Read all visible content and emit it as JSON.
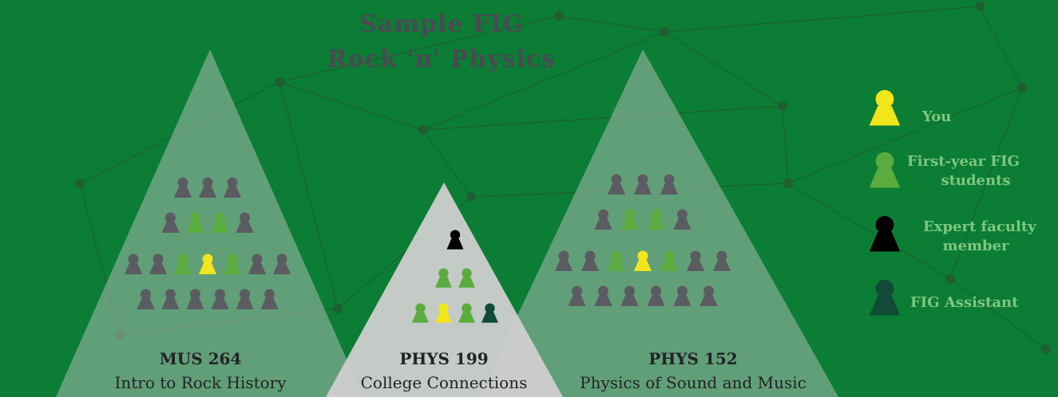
{
  "title": {
    "line1": "Sample FIG",
    "line2": "Rock 'n' Physics"
  },
  "colors": {
    "background": "#0b7d35",
    "network": "#1f5e33",
    "you": "#f2e51a",
    "first_year": "#5aac3f",
    "faculty": "#000000",
    "assistant": "#114a36",
    "other_student": "#5b5b62"
  },
  "courses": [
    {
      "code": "MUS 264",
      "name": "Intro to Rock History",
      "people": [
        [
          "other",
          "other",
          "other"
        ],
        [
          "other",
          "first_year",
          "first_year",
          "other"
        ],
        [
          "other",
          "other",
          "first_year",
          "you",
          "first_year",
          "other",
          "other"
        ],
        [
          "other",
          "other",
          "other",
          "other",
          "other",
          "other"
        ]
      ]
    },
    {
      "code": "PHYS 199",
      "name": "College Connections",
      "people": [
        [
          "faculty"
        ],
        [
          "first_year",
          "first_year"
        ],
        [
          "first_year",
          "you",
          "first_year",
          "assistant"
        ]
      ]
    },
    {
      "code": "PHYS 152",
      "name": "Physics of Sound and Music",
      "people": [
        [
          "other",
          "other",
          "other"
        ],
        [
          "other",
          "first_year",
          "first_year",
          "other"
        ],
        [
          "other",
          "other",
          "first_year",
          "you",
          "first_year",
          "other",
          "other"
        ],
        [
          "other",
          "other",
          "other",
          "other",
          "other",
          "other"
        ]
      ]
    }
  ],
  "legend": [
    {
      "label": "You",
      "color_key": "you",
      "icon": "person-icon"
    },
    {
      "label": "First-year FIG students",
      "color_key": "first_year",
      "icon": "person-icon"
    },
    {
      "label": "Expert faculty member",
      "color_key": "faculty",
      "icon": "person-icon"
    },
    {
      "label": "FIG Assistant",
      "color_key": "assistant",
      "icon": "person-icon"
    }
  ]
}
